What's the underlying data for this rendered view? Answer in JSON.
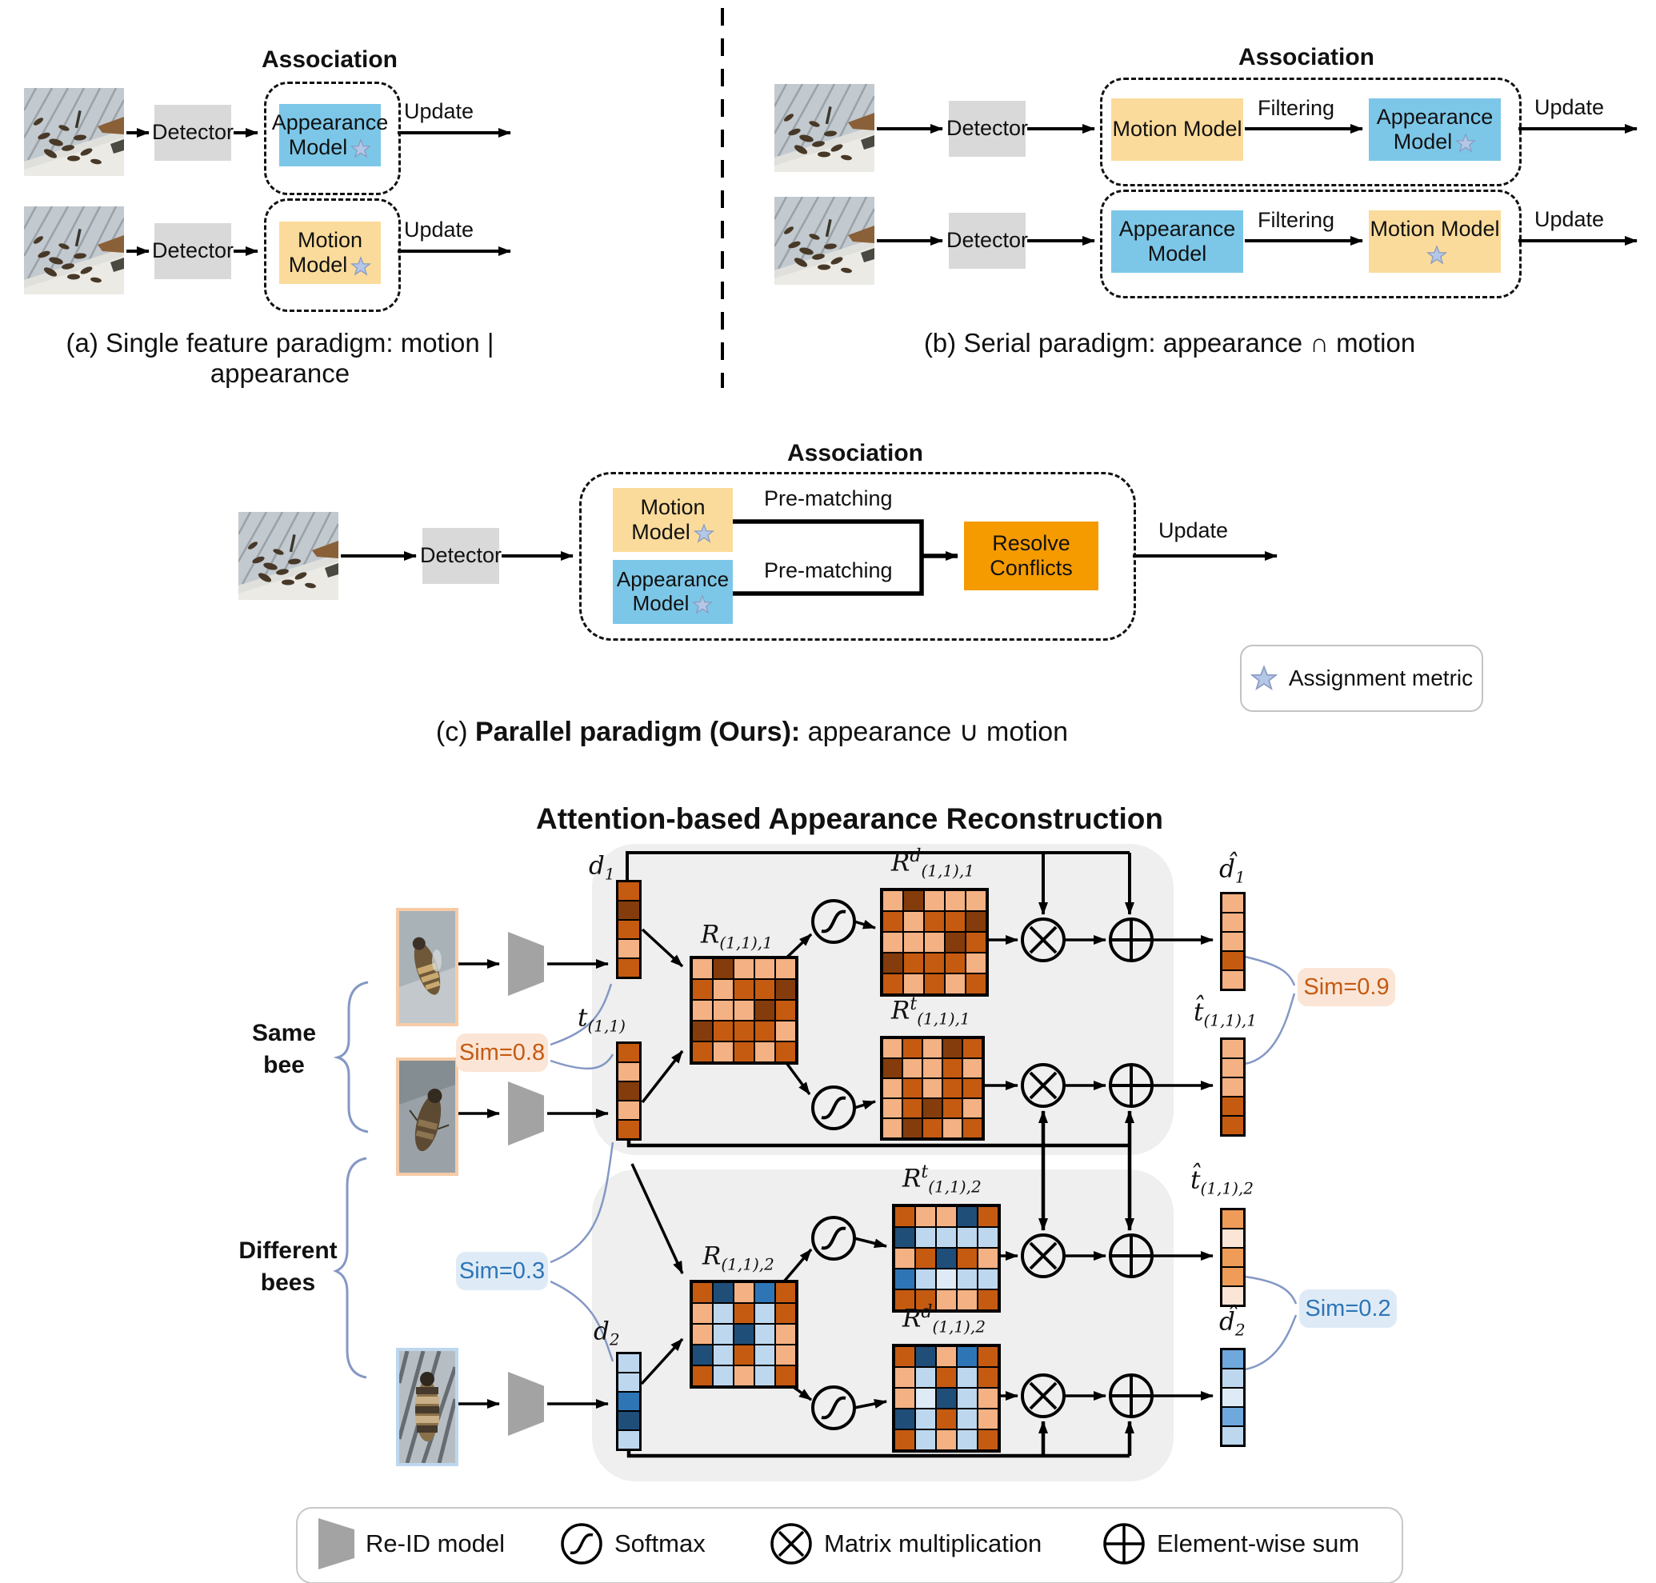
{
  "colors": {
    "appearance_box": "#7CC7E8",
    "motion_box": "#FBDB9B",
    "resolve_box": "#F59B00",
    "detector_box": "#D9D9D9",
    "panel_bg": "#EFEFEF",
    "star": "#B4C7E7",
    "brace": "#8498C4",
    "sim_orange_bg": "#FBE5D6",
    "sim_orange_text": "#C55A11",
    "sim_blue_bg": "#DEEBF7",
    "sim_blue_text": "#2E75B6"
  },
  "panel_a": {
    "association_title": "Association",
    "detector1": "Detector",
    "detector2": "Detector",
    "appearance_label": "Appearance Model",
    "motion_label": "Motion Model",
    "update1": "Update",
    "update2": "Update",
    "caption": "(a) Single feature paradigm: motion | appearance"
  },
  "panel_b": {
    "association_title": "Association",
    "detector1": "Detector",
    "detector2": "Detector",
    "row1_first": "Motion Model",
    "row1_filtering": "Filtering",
    "row1_second": "Appearance Model",
    "row1_update": "Update",
    "row2_first": "Appearance Model",
    "row2_filtering": "Filtering",
    "row2_second": "Motion Model",
    "row2_update": "Update",
    "caption": "(b) Serial paradigm: appearance ∩ motion"
  },
  "panel_c": {
    "association_title": "Association",
    "detector": "Detector",
    "motion_label": "Motion Model",
    "appearance_label": "Appearance Model",
    "prematching1": "Pre-matching",
    "prematching2": "Pre-matching",
    "resolve_label": "Resolve Conflicts",
    "update": "Update",
    "caption_prefix": "(c) ",
    "caption_bold": "Parallel paradigm (Ours):",
    "caption_rest": " appearance ∪ motion"
  },
  "assignment_legend": {
    "label": "Assignment metric"
  },
  "reconstruction": {
    "title": "Attention-based Appearance Reconstruction",
    "same_bee_line1": "Same",
    "same_bee_line2": "bee",
    "different_bees_line1": "Different",
    "different_bees_line2": "bees",
    "sim_same_input": "Sim=0.8",
    "sim_diff_input": "Sim=0.3",
    "sim_same_output": "Sim=0.9",
    "sim_diff_output": "Sim=0.2",
    "labels": {
      "d1": {
        "base": "d",
        "sub": "1"
      },
      "t11": {
        "base": "t",
        "sub": "(1,1)"
      },
      "d2": {
        "base": "d",
        "sub": "2"
      },
      "R111": {
        "base": "R",
        "sub": "(1,1),1"
      },
      "Rd111": {
        "base": "R",
        "sup": "d",
        "sub": "(1,1),1"
      },
      "Rt111": {
        "base": "R",
        "sup": "t",
        "sub": "(1,1),1"
      },
      "R112": {
        "base": "R",
        "sub": "(1,1),2"
      },
      "Rt112": {
        "base": "R",
        "sup": "t",
        "sub": "(1,1),2"
      },
      "Rd112": {
        "base": "R",
        "sup": "d",
        "sub": "(1,1),2"
      },
      "dhat1": {
        "base": "d̂",
        "sub": "1"
      },
      "that111": {
        "base": "t̂",
        "sub": "(1,1),1"
      },
      "that112": {
        "base": "t̂",
        "sub": "(1,1),2"
      },
      "dhat2": {
        "base": "d̂",
        "sub": "2"
      }
    },
    "palette": {
      "L": "#F4B183",
      "M": "#C55A11",
      "D": "#843C0C",
      "VL": "#FBE5D6",
      "M2": "#EE9C57",
      "LB": "#BDD7EE",
      "B": "#2E75B6",
      "DB": "#1F4E79",
      "VLB": "#DEEBF7",
      "B2": "#6FA8DC"
    },
    "vectors": {
      "d1": [
        "M",
        "D",
        "M",
        "L",
        "M"
      ],
      "t11": [
        "M",
        "L",
        "D",
        "L",
        "M"
      ],
      "d2": [
        "LB",
        "LB",
        "B",
        "DB",
        "LB"
      ],
      "dhat1": [
        "L",
        "L",
        "L",
        "M",
        "L"
      ],
      "that111": [
        "L",
        "L",
        "L",
        "M",
        "M"
      ],
      "that112": [
        "M2",
        "VL",
        "M2",
        "M2",
        "VL"
      ],
      "dhat2": [
        "B2",
        "LB",
        "VLB",
        "B2",
        "LB"
      ]
    },
    "matrices": {
      "R111": [
        "L",
        "D",
        "L",
        "L",
        "L",
        "M",
        "L",
        "M",
        "M",
        "D",
        "L",
        "L",
        "L",
        "D",
        "M",
        "D",
        "M",
        "M",
        "M",
        "L",
        "M",
        "L",
        "M",
        "L",
        "M"
      ],
      "Rd111": [
        "L",
        "D",
        "L",
        "L",
        "L",
        "M",
        "L",
        "M",
        "M",
        "D",
        "L",
        "L",
        "L",
        "D",
        "M",
        "D",
        "M",
        "M",
        "M",
        "L",
        "M",
        "L",
        "M",
        "L",
        "M"
      ],
      "Rt111": [
        "L",
        "M",
        "L",
        "D",
        "M",
        "D",
        "L",
        "L",
        "M",
        "L",
        "L",
        "M",
        "L",
        "M",
        "M",
        "L",
        "M",
        "D",
        "M",
        "L",
        "L",
        "D",
        "M",
        "L",
        "M"
      ],
      "R112": [
        "M",
        "DB",
        "L",
        "B",
        "M",
        "L",
        "LB",
        "M",
        "LB",
        "M",
        "L",
        "LB",
        "DB",
        "LB",
        "L",
        "DB",
        "LB",
        "M",
        "LB",
        "L",
        "M",
        "LB",
        "L",
        "LB",
        "M"
      ],
      "Rt112": [
        "M",
        "L",
        "L",
        "DB",
        "M",
        "DB",
        "LB",
        "LB",
        "LB",
        "LB",
        "L",
        "M",
        "DB",
        "M",
        "L",
        "B",
        "LB",
        "VLB",
        "LB",
        "LB",
        "M",
        "M",
        "L",
        "L",
        "M"
      ],
      "Rd112": [
        "M",
        "DB",
        "L",
        "B",
        "M",
        "L",
        "LB",
        "M",
        "LB",
        "M",
        "L",
        "VLB",
        "DB",
        "LB",
        "L",
        "DB",
        "LB",
        "M",
        "LB",
        "L",
        "M",
        "LB",
        "L",
        "LB",
        "M"
      ]
    }
  },
  "legend": {
    "reid": "Re-ID model",
    "softmax": "Softmax",
    "matmul": "Matrix multiplication",
    "sum": "Element-wise sum"
  }
}
